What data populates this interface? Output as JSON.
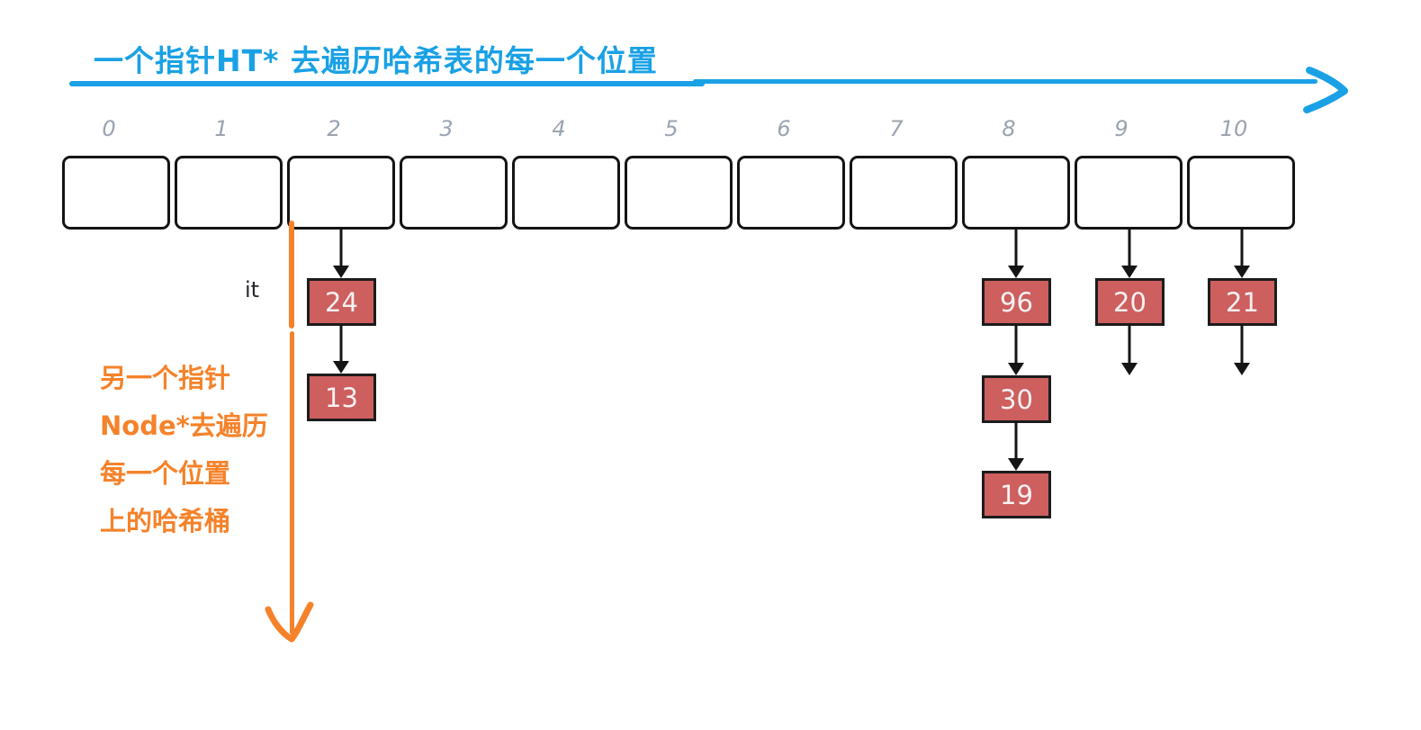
{
  "title": {
    "text": "一个指针HT* 去遍历哈希表的每一个位置"
  },
  "side_note": {
    "lines": [
      "另一个指针",
      "Node*去遍历",
      "每一个位置",
      "上的哈希桶"
    ]
  },
  "iterator_label": "it",
  "hash_table": {
    "indices": [
      "0",
      "1",
      "2",
      "3",
      "4",
      "5",
      "6",
      "7",
      "8",
      "9",
      "10"
    ]
  },
  "chains": [
    {
      "slot": 2,
      "values": [
        "24",
        "13"
      ],
      "null_tail": false
    },
    {
      "slot": 8,
      "values": [
        "96",
        "30",
        "19"
      ],
      "null_tail": false
    },
    {
      "slot": 9,
      "values": [
        "20"
      ],
      "null_tail": true
    },
    {
      "slot": 10,
      "values": [
        "21"
      ],
      "null_tail": true
    }
  ],
  "colors": {
    "ht_pointer_blue": "#1aa1e5",
    "node_pointer_orange": "#f5822a",
    "bucket_fill": "#cd5f5f",
    "bucket_border": "#1c1c1c",
    "bucket_text": "#f7f0f0",
    "cell_border": "#141414",
    "index_label_gray": "#9ba3af",
    "arrow_black": "#151515"
  }
}
